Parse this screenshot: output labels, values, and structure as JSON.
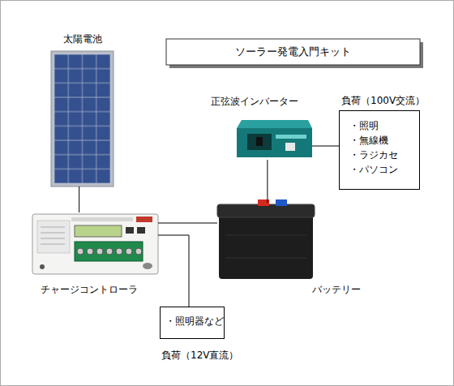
{
  "diagram": {
    "title": "ソーラー発電入門キット",
    "nodes": [
      {
        "text": [
          "太陽電池"
        ]
      },
      {
        "text": [
          "正弦波インバーター"
        ]
      },
      {
        "text": [
          "負荷（100V交流）",
          "・照明",
          "・無線機",
          "・ラジカセ",
          "・パソコン"
        ]
      },
      {
        "text": [
          "チャージコントローラ"
        ]
      },
      {
        "text": [
          "バッテリー"
        ]
      },
      {
        "text": [
          "・照明器など",
          "負荷（12V直流）"
        ]
      }
    ],
    "edges": [
      {
        "from": 0,
        "to": 3,
        "arrow": "none"
      },
      {
        "from": 3,
        "to": 4,
        "arrow": "none"
      },
      {
        "from": 1,
        "to": 4,
        "arrow": "none"
      },
      {
        "from": 1,
        "to": 2,
        "arrow": "none"
      },
      {
        "from": 3,
        "to": 5,
        "arrow": "none"
      }
    ]
  }
}
